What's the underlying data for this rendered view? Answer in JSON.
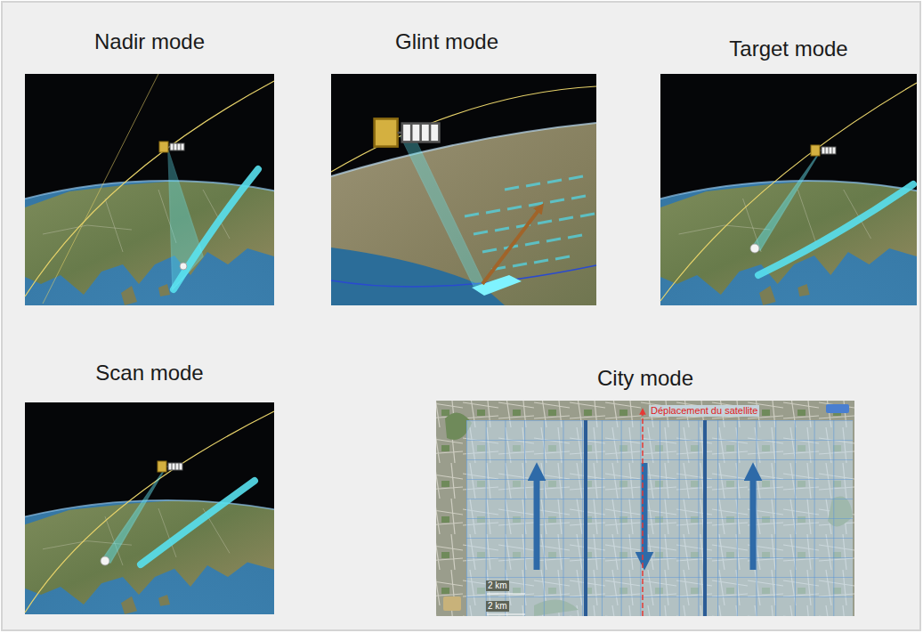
{
  "diagram": {
    "nodes": [
      {
        "text": [
          "Nadir mode"
        ]
      },
      {
        "text": [
          "Glint mode"
        ]
      },
      {
        "text": [
          "Target mode"
        ]
      },
      {
        "text": [
          "Scan mode"
        ]
      },
      {
        "text": [
          "City mode"
        ]
      }
    ],
    "labels": [
      "Déplacement du satellite",
      "2 km",
      "2 km"
    ]
  }
}
